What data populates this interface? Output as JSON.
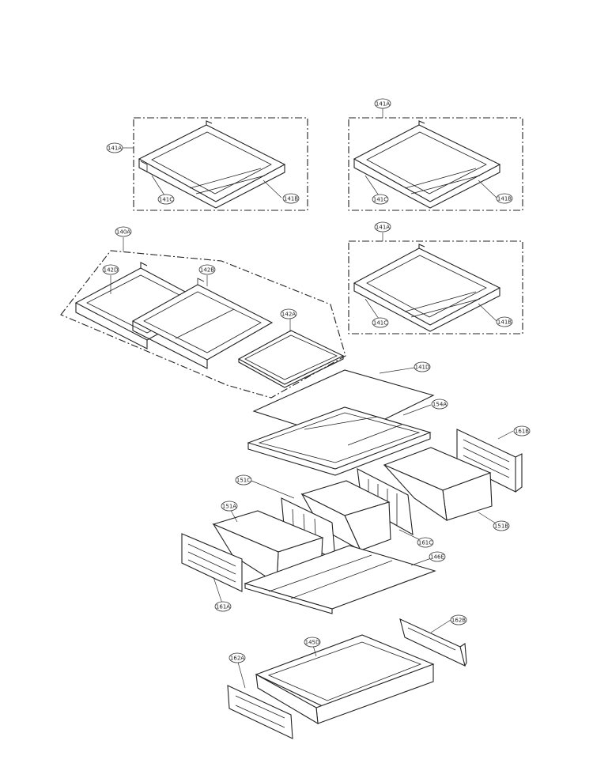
{
  "labels": [
    {
      "id": "141A",
      "text": "141A"
    },
    {
      "id": "141A-2",
      "text": "141A"
    },
    {
      "id": "141A-3",
      "text": "141A"
    },
    {
      "id": "141B",
      "text": "141B"
    },
    {
      "id": "141B-2",
      "text": "141B"
    },
    {
      "id": "141B-3",
      "text": "141B"
    },
    {
      "id": "141C",
      "text": "141C"
    },
    {
      "id": "141C-2",
      "text": "141C"
    },
    {
      "id": "141C-3",
      "text": "141C"
    },
    {
      "id": "140A",
      "text": "140A"
    },
    {
      "id": "142D",
      "text": "142D"
    },
    {
      "id": "142B",
      "text": "142B"
    },
    {
      "id": "142A",
      "text": "142A"
    },
    {
      "id": "141D",
      "text": "141D"
    },
    {
      "id": "154A",
      "text": "154A"
    },
    {
      "id": "161B",
      "text": "161B"
    },
    {
      "id": "151C",
      "text": "151C"
    },
    {
      "id": "151B",
      "text": "151B"
    },
    {
      "id": "151A",
      "text": "151A"
    },
    {
      "id": "161C",
      "text": "161C"
    },
    {
      "id": "146E",
      "text": "146E"
    },
    {
      "id": "161A",
      "text": "161A"
    },
    {
      "id": "162B",
      "text": "162B"
    },
    {
      "id": "145D",
      "text": "145D"
    },
    {
      "id": "162A",
      "text": "162A"
    }
  ]
}
